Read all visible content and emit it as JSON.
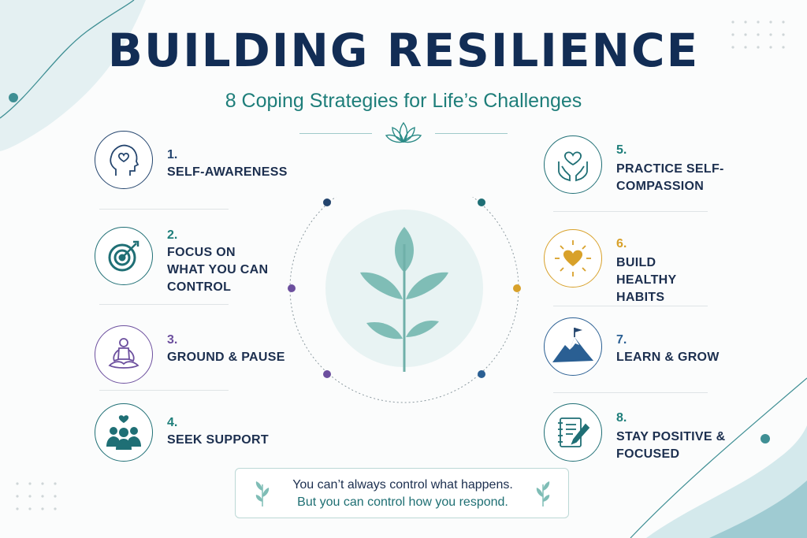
{
  "title": "BUILDING RESILIENCE",
  "subtitle": "8 Coping Strategies for Life’s Challenges",
  "colors": {
    "navy": "#122d55",
    "teal": "#1e7e7a",
    "purple": "#6c4f9e",
    "gold": "#d8a12a",
    "blue": "#2a5f93",
    "leaf": "#7fbdb6"
  },
  "strategies": [
    {
      "number": "1.",
      "label": "SELF-AWARENESS",
      "icon": "head-heart-icon"
    },
    {
      "number": "2.",
      "label": "FOCUS ON WHAT YOU CAN CONTROL",
      "icon": "target-icon"
    },
    {
      "number": "3.",
      "label": "GROUND & PAUSE",
      "icon": "meditation-icon"
    },
    {
      "number": "4.",
      "label": "SEEK SUPPORT",
      "icon": "group-icon"
    },
    {
      "number": "5.",
      "label": "PRACTICE SELF-COMPASSION",
      "icon": "hands-heart-icon"
    },
    {
      "number": "6.",
      "label": "BUILD HEALTHY HABITS",
      "icon": "sun-heart-icon"
    },
    {
      "number": "7.",
      "label": "LEARN & GROW",
      "icon": "mountain-flag-icon"
    },
    {
      "number": "8.",
      "label": "STAY POSITIVE & FOCUSED",
      "icon": "notebook-pen-icon"
    }
  ],
  "quote": {
    "line1": "You can’t always control what happens.",
    "line2": "But you can control how you respond."
  }
}
